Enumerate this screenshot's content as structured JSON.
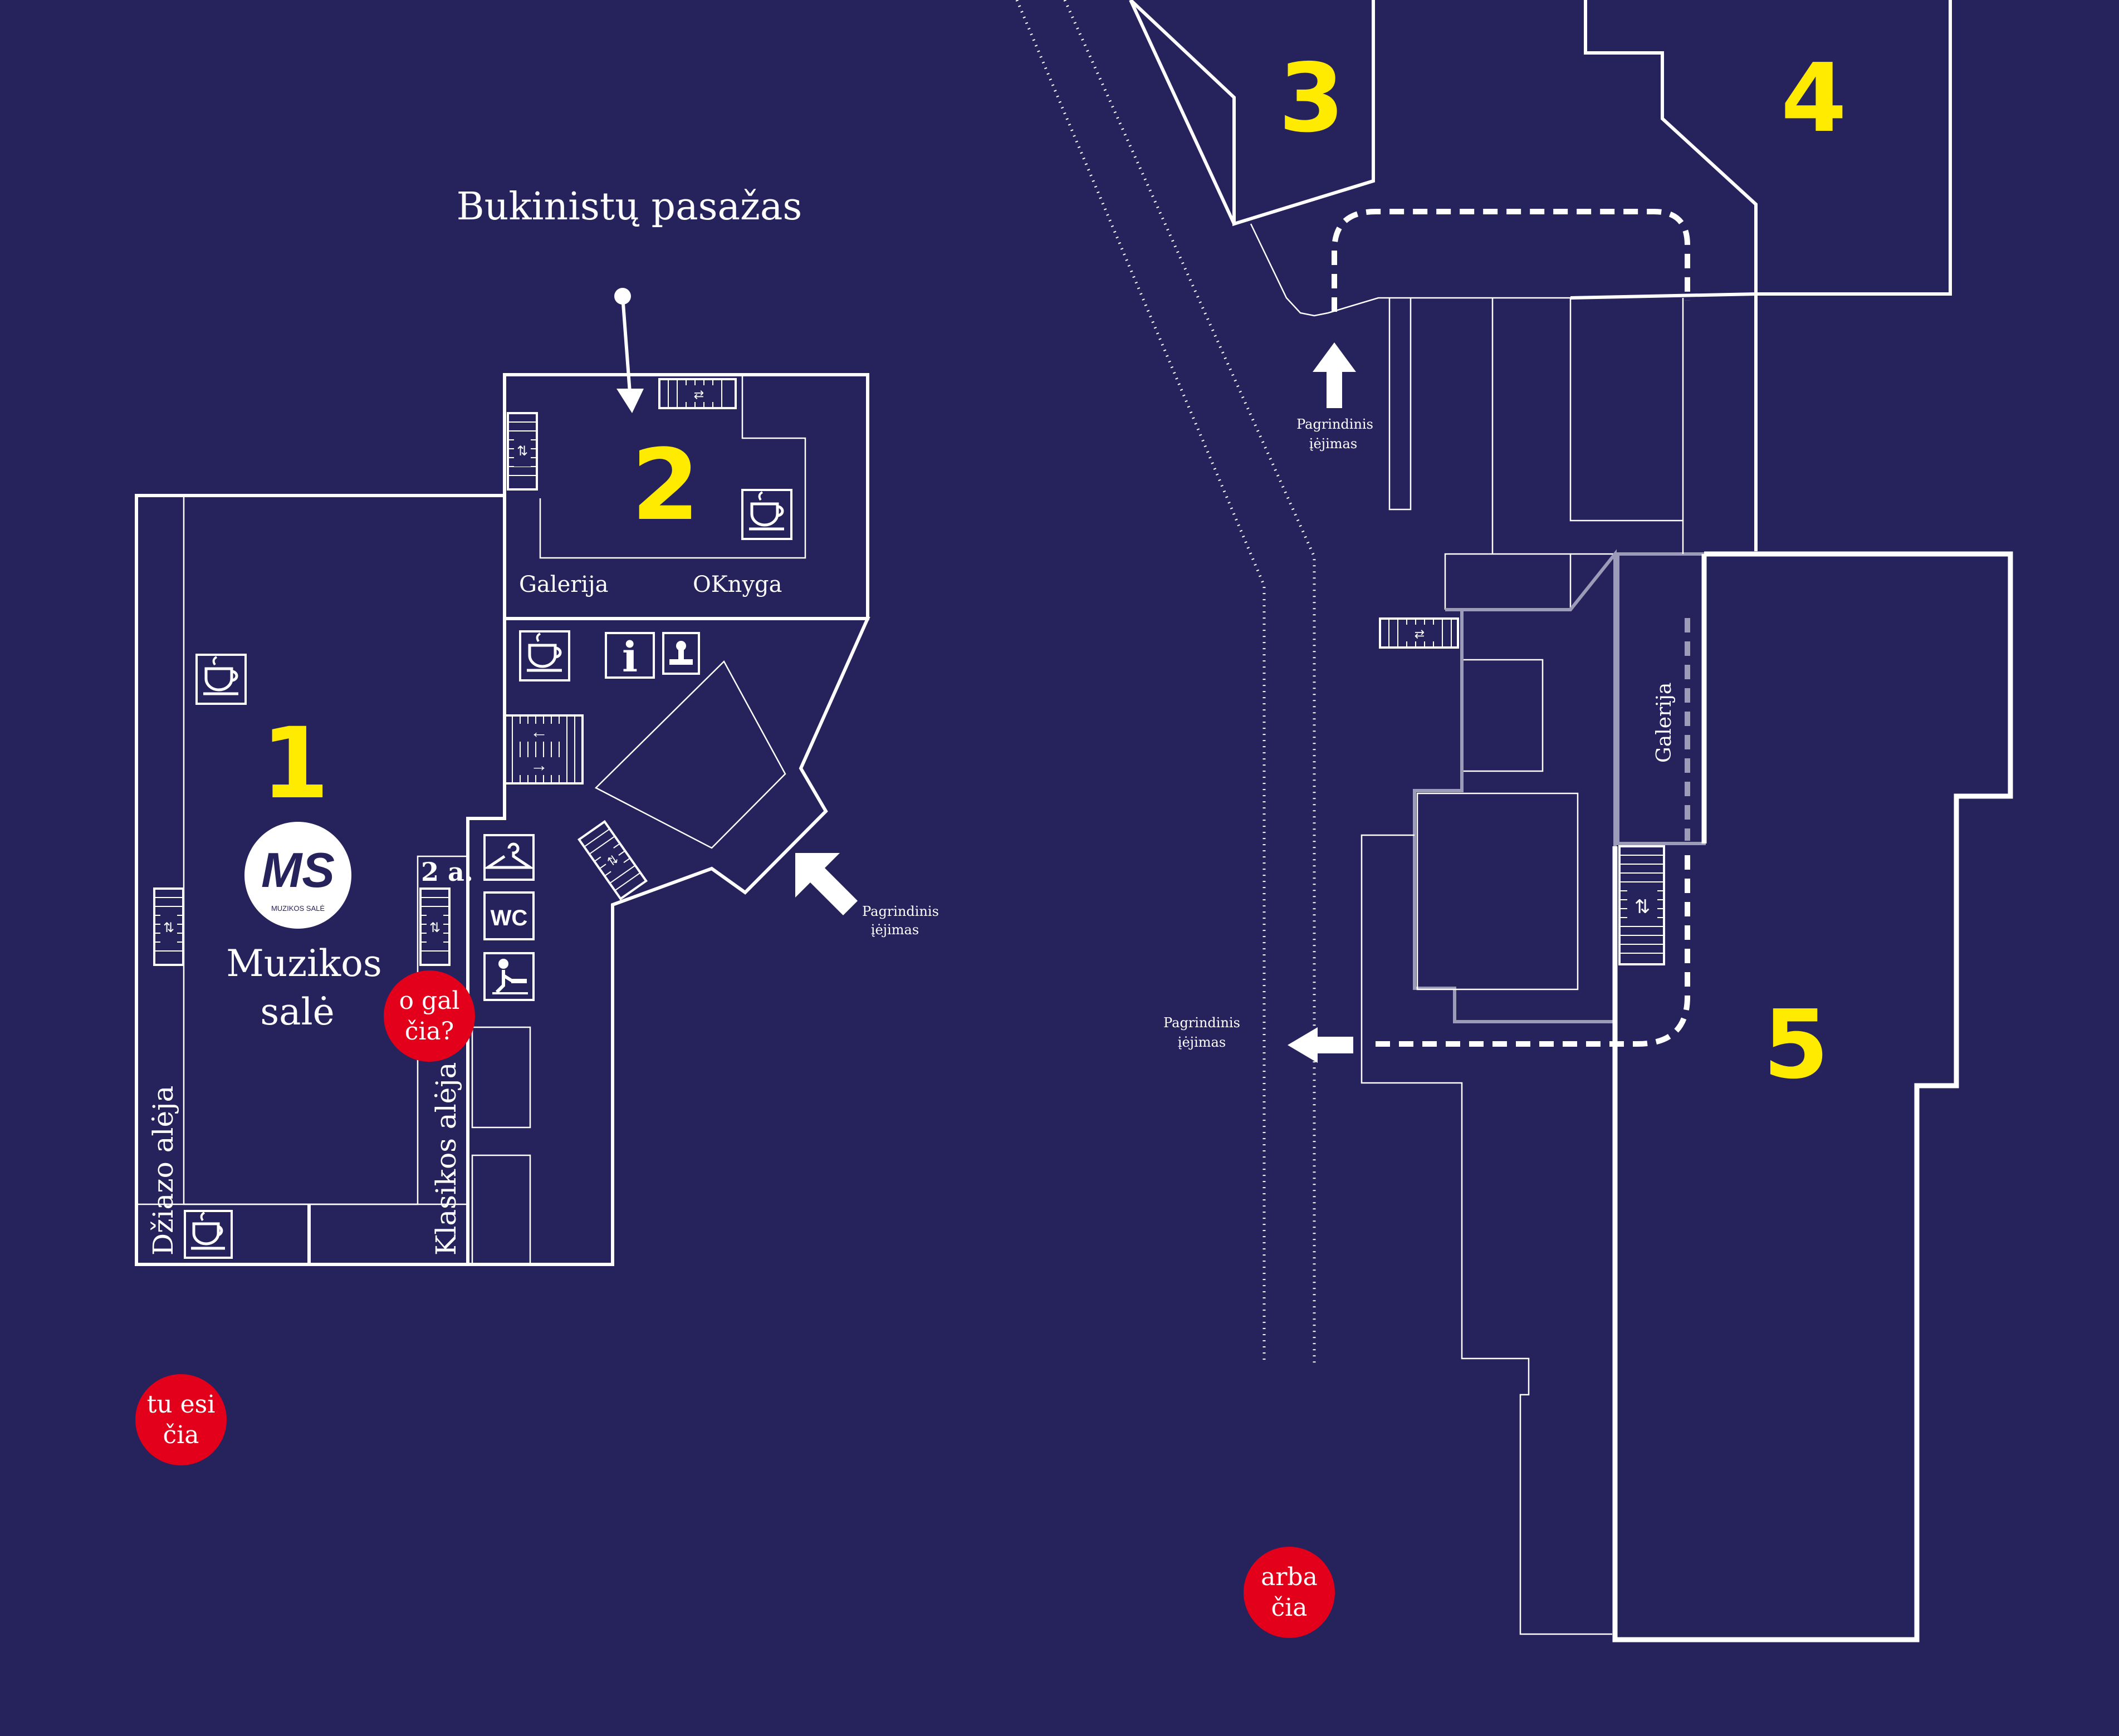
{
  "map": {
    "street_label": "Bukinistų pasažas",
    "buildings": {
      "b1": "1",
      "b2": "2",
      "b3": "3",
      "b4": "4",
      "b5": "5"
    },
    "room_labels": {
      "galerija_2": "Galerija",
      "oknyga": "OKnyga",
      "muzikos_line1": "Muzikos",
      "muzikos_line2": "salė",
      "floor_2a": "2 a.",
      "dziazo_aleja": "Džiazo alėja",
      "klasikos_aleja": "Klasikos alėja",
      "galerija_5": "Galerija",
      "wc": "WC",
      "info": "i"
    },
    "entrances": {
      "left_line1": "Pagrindinis",
      "left_line2": "įėjimas",
      "top_line1": "Pagrindinis",
      "top_line2": "įėjimas",
      "mid_line1": "Pagrindinis",
      "mid_line2": "įėjimas"
    },
    "logo": {
      "letters": "MS",
      "subtitle": "MUZIKOS SALĖ"
    },
    "bubbles": {
      "here_line1": "tu esi",
      "here_line2": "čia",
      "maybe_line1": "o gal",
      "maybe_line2": "čia?",
      "or_line1": "arba",
      "or_line2": "čia"
    },
    "colors": {
      "background": "#26235c",
      "building_numbers": "#ffeb00",
      "lines": "#ffffff",
      "markers": "#e2001a"
    },
    "icons": [
      "coffee-cup-icon",
      "info-icon",
      "stamp-icon",
      "escalator-icon",
      "hanger-icon",
      "wc-icon",
      "baby-changing-icon",
      "arrow-icon",
      "pin-icon"
    ]
  }
}
